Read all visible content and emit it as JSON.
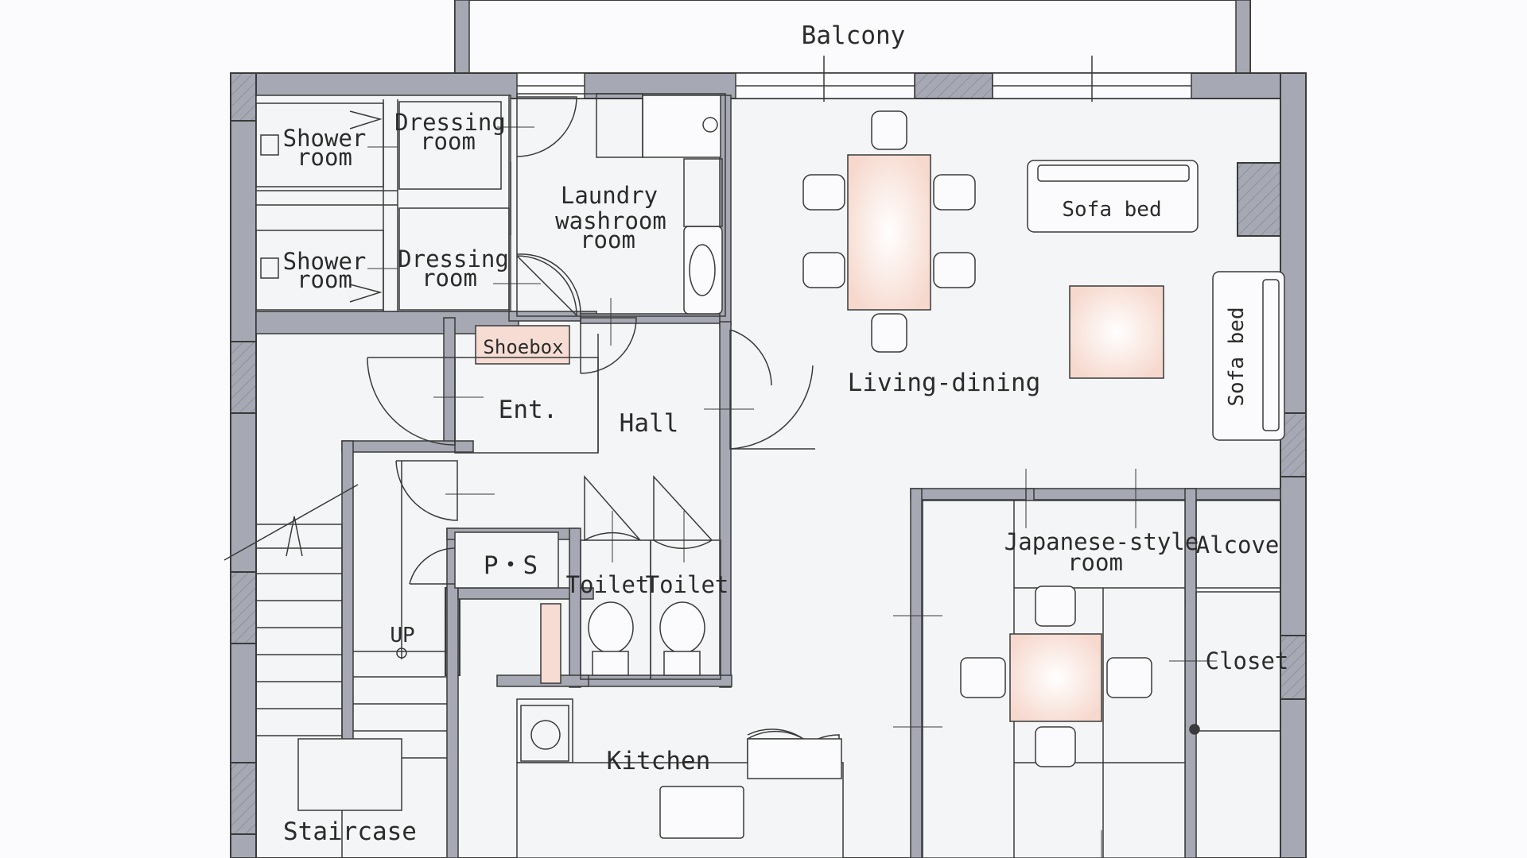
{
  "plan": {
    "rooms": {
      "balcony": "Balcony",
      "shower_room_1": [
        "Shower",
        "room"
      ],
      "shower_room_2": [
        "Shower",
        "room"
      ],
      "dressing_room_1": [
        "Dressing",
        "room"
      ],
      "dressing_room_2": [
        "Dressing",
        "room"
      ],
      "laundry": [
        "Laundry",
        "washroom",
        "room"
      ],
      "living_dining": "Living-dining",
      "sofa_bed_1": "Sofa bed",
      "sofa_bed_2": "Sofa bed",
      "shoebox": "Shoebox",
      "entrance": "Ent.",
      "hall": "Hall",
      "ps": "P・S",
      "toilet_1": "Toilet",
      "toilet_2": "Toilet",
      "japanese_room": [
        "Japanese-style",
        "room"
      ],
      "alcove": "Alcove",
      "closet": "Closet",
      "up": "UP",
      "kitchen": "Kitchen",
      "staircase": "Staircase"
    },
    "colors": {
      "wall": "#a6a9b3",
      "line": "#3a3a3a",
      "floor": "#f4f5f7",
      "furniture_accent": "#f6dcd3",
      "background": "#fbfbfd"
    }
  }
}
